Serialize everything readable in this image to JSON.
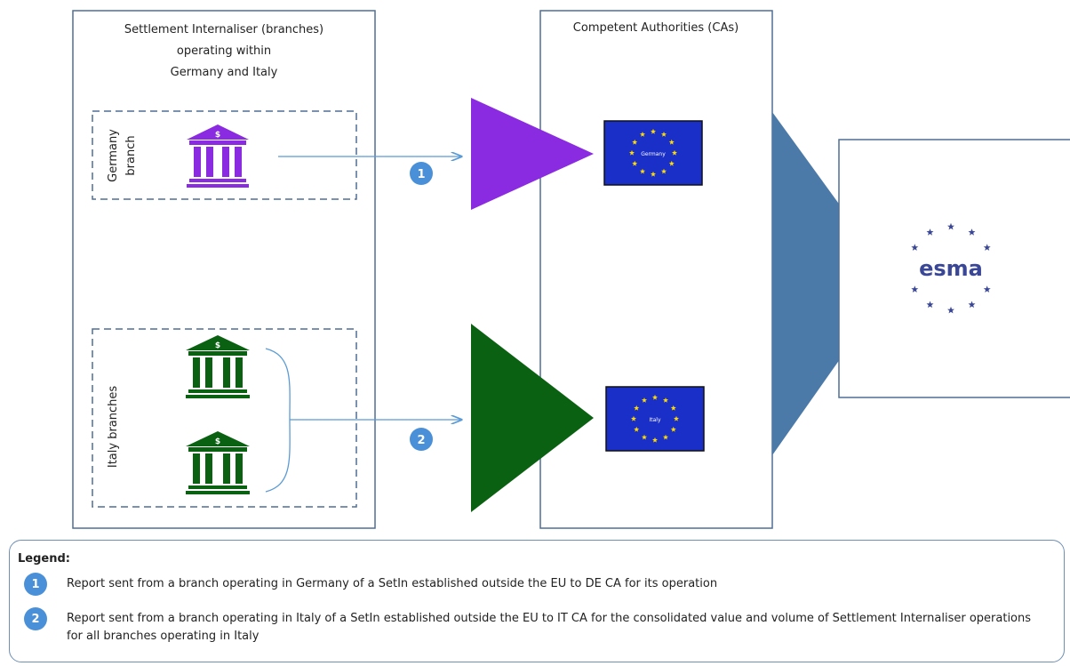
{
  "colors": {
    "panel_border": "#4f6f96",
    "germany": "#8a2be2",
    "italy": "#0b6112",
    "esma_arrow": "#4b7aa8",
    "badge": "#4a90d9",
    "flag_blue": "#1a2ec8",
    "flag_star": "#ffdd00",
    "esma_text": "#3a4796"
  },
  "left_panel": {
    "title_lines": [
      "Settlement Internaliser (branches)",
      "operating within",
      "Germany and Italy"
    ]
  },
  "right_panel": {
    "title": "Competent Authorities (CAs)"
  },
  "germany_group": {
    "label_lines": [
      "Germany",
      "branch"
    ],
    "bank_icon": "bank-dollar-icon",
    "flag_label": "Germany",
    "step_number": "1"
  },
  "italy_group": {
    "label": "Italy branches",
    "bank_icon": "bank-dollar-icon",
    "flag_label": "Italy",
    "step_number": "2"
  },
  "esma": {
    "logo_text": "esma"
  },
  "legend": {
    "title": "Legend:",
    "items": [
      {
        "number": "1",
        "text": "Report sent from a branch operating in Germany of a SetIn established outside the EU to DE CA for its operation"
      },
      {
        "number": "2",
        "text": "Report sent from a branch operating in Italy of a SetIn established outside the EU to IT CA for the consolidated value and volume of Settlement Internaliser operations for all branches operating in Italy"
      }
    ]
  }
}
